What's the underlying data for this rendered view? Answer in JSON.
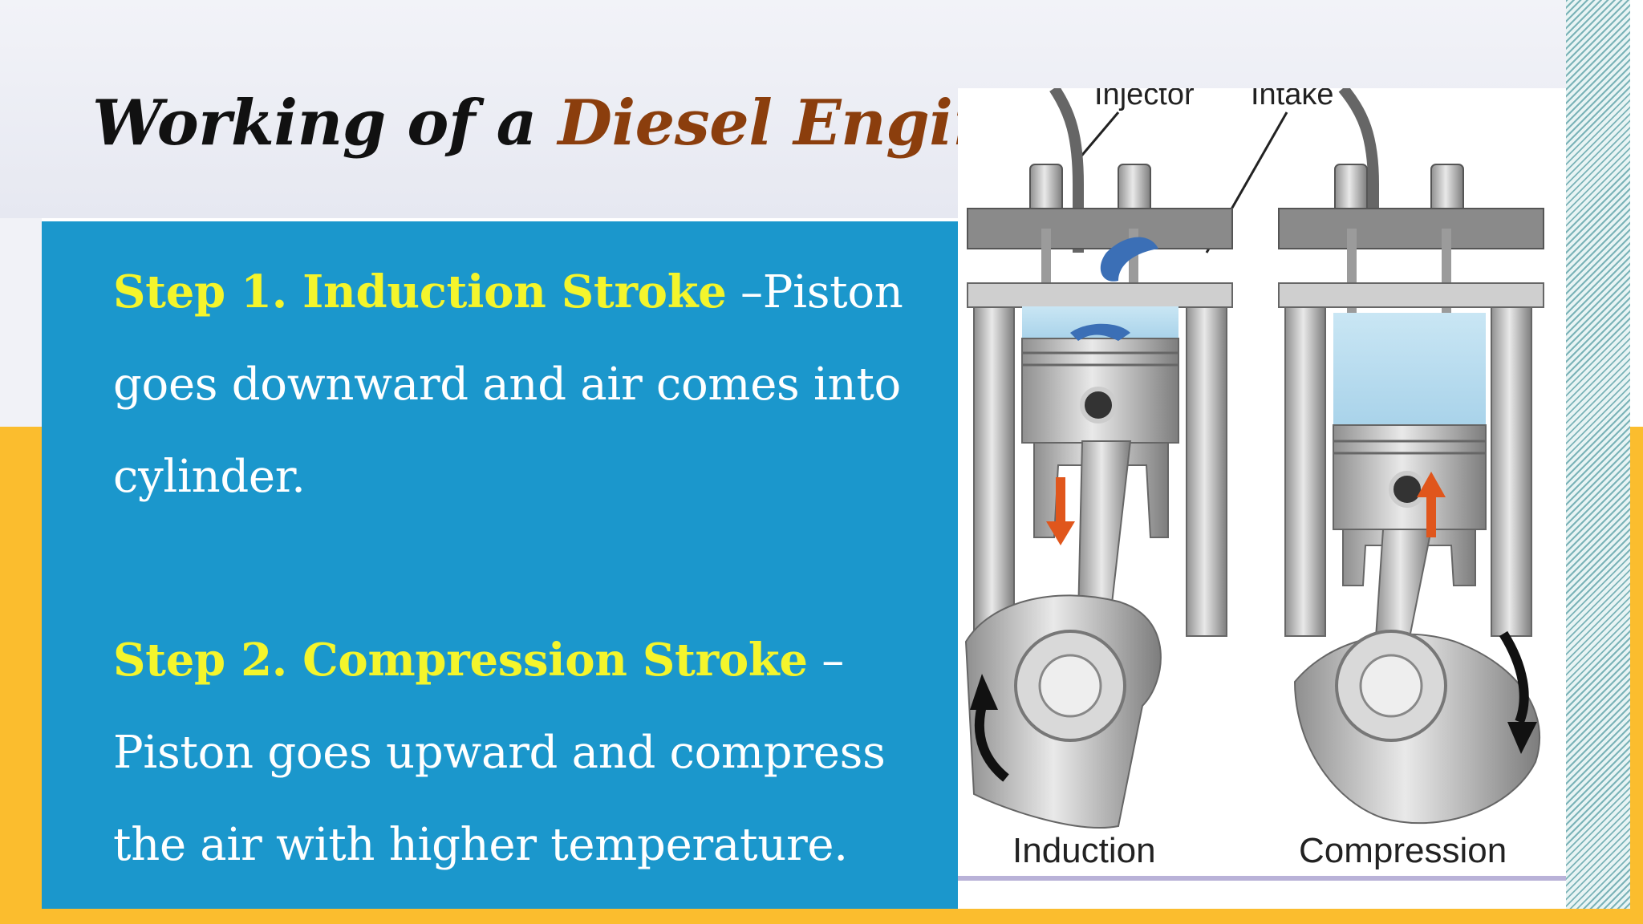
{
  "slide": {
    "title_main": "Working of a ",
    "title_accent": "Diesel Engine",
    "steps": [
      {
        "heading": "Step 1. Induction Stroke",
        "body": " –Piston goes downward and air comes into cylinder."
      },
      {
        "heading": "Step 2. Compression Stroke",
        "body": " –Piston goes upward and compress the air with higher temperature."
      }
    ]
  },
  "figure": {
    "labels": {
      "injector": "Injector",
      "intake": "Intake"
    },
    "captions": {
      "left": "Induction",
      "right": "Compression"
    },
    "icons": [
      "engine-diagram-icon",
      "arrow-down-icon",
      "arrow-up-icon",
      "rotation-arrow-icon"
    ]
  },
  "colors": {
    "panel": "#1b97cc",
    "heading": "#f4f52c",
    "accent": "#8b3e0d",
    "yellow": "#fbbd2e",
    "arrow": "#e0561c"
  }
}
